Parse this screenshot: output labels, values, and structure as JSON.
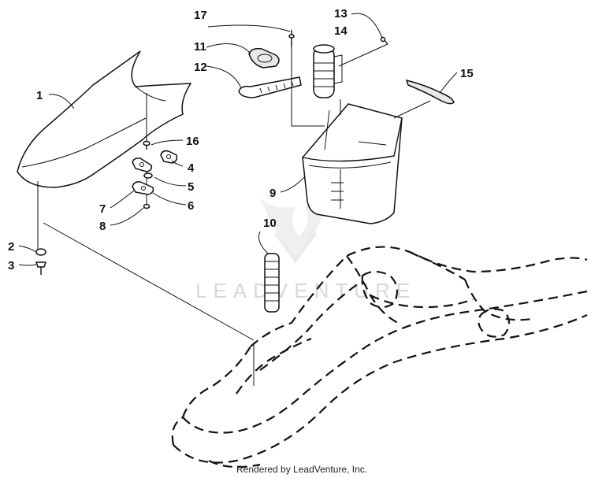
{
  "labels": {
    "p1": "1",
    "p2": "2",
    "p3": "3",
    "p4": "4",
    "p5": "5",
    "p6": "6",
    "p7": "7",
    "p8": "8",
    "p9": "9",
    "p10": "10",
    "p11": "11",
    "p12": "12",
    "p13": "13",
    "p14": "14",
    "p15": "15",
    "p16": "16",
    "p17": "17"
  },
  "watermark": "LEADVENTURE",
  "footer": "Rendered by LeadVenture, Inc."
}
